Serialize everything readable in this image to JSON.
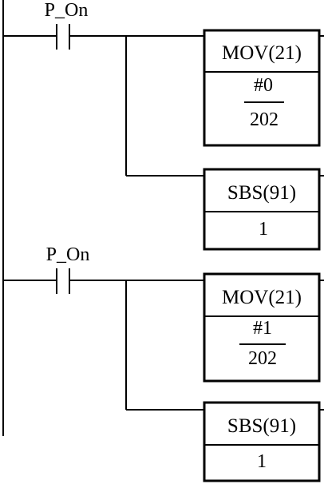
{
  "rungs": [
    {
      "contact_label": "P_On",
      "mov": {
        "title": "MOV(21)",
        "source": "#0",
        "dest": "202"
      },
      "sbs": {
        "title": "SBS(91)",
        "operand": "1"
      }
    },
    {
      "contact_label": "P_On",
      "mov": {
        "title": "MOV(21)",
        "source": "#1",
        "dest": "202"
      },
      "sbs": {
        "title": "SBS(91)",
        "operand": "1"
      }
    }
  ],
  "colors": {
    "line": "#000000",
    "background": "#ffffff"
  }
}
